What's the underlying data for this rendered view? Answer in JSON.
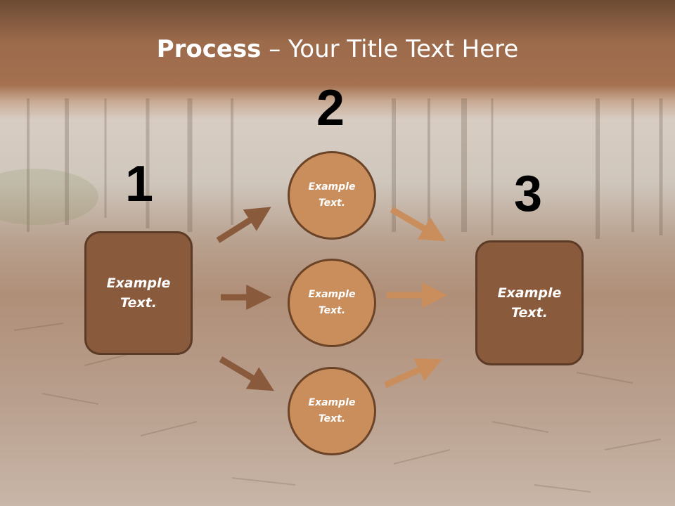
{
  "title": {
    "bold": "Process",
    "rest": " – Your Title Text Here"
  },
  "steps": {
    "one": "1",
    "two": "2",
    "three": "3"
  },
  "nodes": {
    "left": "Example\nText.",
    "right": "Example\nText.",
    "circle_top": "Example\nText.",
    "circle_mid": "Example\nText.",
    "circle_bot": "Example\nText."
  },
  "colors": {
    "box": "#8a5a3c",
    "circle": "#c98e5c",
    "arrow_dark": "#8a5a3c",
    "arrow_light": "#c98e5c"
  }
}
